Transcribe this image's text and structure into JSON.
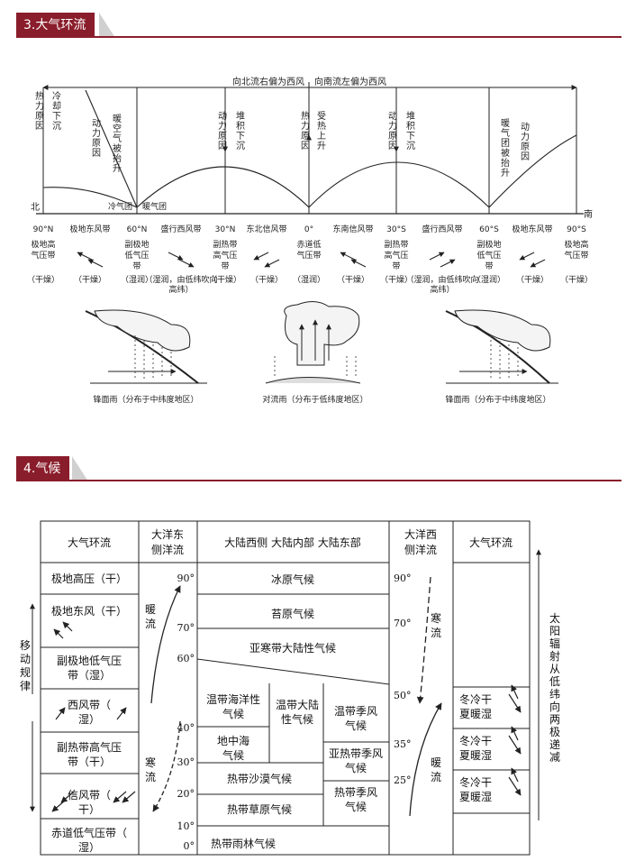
{
  "section3": {
    "title": "3.大气环流"
  },
  "section4": {
    "title": "4.气候"
  },
  "circ": {
    "banner_north": "向北流右偏为西风",
    "banner_south": "向南流左偏为西风",
    "north": "北",
    "south": "南",
    "cold_front": "冷气团",
    "warm_front": "暖气团",
    "labels": {
      "thermal_left": "热力原因",
      "cool_sink": "冷却下沉",
      "dyn_left": "动力原因",
      "warm_rise": "暖空气被抬升",
      "dyn_30n": "动力原因",
      "pile_30n": "堆积下沉",
      "thermal_eq": "热力原因",
      "heat_rise": "受热上升",
      "dyn_30s": "动力原因",
      "pile_30s": "堆积下沉",
      "warm_lift_s": "暖气团被抬升",
      "dyn_60s": "动力原因"
    },
    "latitudes": [
      "90°N",
      "60°N",
      "30°N",
      "0°",
      "30°S",
      "60°S",
      "90°S"
    ],
    "winds": [
      "极地东风带",
      "盛行西风带",
      "东北信风带",
      "东南信风带",
      "盛行西风带",
      "极地东风带"
    ],
    "pressures": [
      {
        "name": "极地高气压带",
        "note": "（干燥）"
      },
      {
        "name": "副极地低气压带",
        "note": "（湿润）"
      },
      {
        "name": "副热带高气压带",
        "note": "（干燥）"
      },
      {
        "name": "赤道低气压带",
        "note": "（湿润）"
      },
      {
        "name": "副热带高气压带",
        "note": "（干燥）"
      },
      {
        "name": "副极地低气压带",
        "note": "（湿润）"
      },
      {
        "name": "极地高气压带",
        "note": "（干燥）"
      }
    ],
    "wind_notes": [
      "（干燥）",
      "（湿润，由低纬吹向高纬）",
      "（干燥）",
      "（干燥）",
      "（湿润，由低纬吹向高纬）",
      "（干燥）"
    ],
    "rain_captions": [
      "锋面雨（分布于中纬度地区）",
      "对流雨（分布于低纬度地区）",
      "锋面雨（分布于中纬度地区）"
    ]
  },
  "climate": {
    "headers": {
      "circ_left": "大气环流",
      "ocean_east": "大洋东侧洋流",
      "continent": "大陆西侧 大陆内部 大陆东部",
      "ocean_west": "大洋西侧洋流",
      "circ_right": "大气环流"
    },
    "left_belts": [
      "极地高压（干）",
      "极地东风（干）",
      "副极地低气压带（湿）",
      "西风带（湿）",
      "副热带高气压带（干）",
      "信风带（干）",
      "赤道低气压带（湿）"
    ],
    "left_side_label": "移动规律",
    "east_current": {
      "warm": "暖流",
      "cold": "寒流"
    },
    "lat_ticks_left": [
      "90°",
      "70°",
      "60°",
      "40°",
      "30°",
      "20°",
      "10°",
      "0°"
    ],
    "climates": [
      "冰原气候",
      "苔原气候",
      "亚寒带大陆性气候",
      "温带海洋性气候",
      "温带大陆性气候",
      "温带季风气候",
      "地中海气候",
      "亚热带季风气候",
      "热带沙漠气候",
      "热带草原气候",
      "热带季风气候",
      "热带雨林气候"
    ],
    "west_current": {
      "cold": "寒流",
      "warm": "暖流"
    },
    "lat_ticks_right": [
      "90°",
      "70°",
      "50°",
      "35°",
      "25°"
    ],
    "right_cells": [
      "冬冷干夏暖湿",
      "冬冷干夏暖湿",
      "冬冷干夏暖湿"
    ],
    "right_side_label": "太阳辐射从低纬向两极递减"
  }
}
